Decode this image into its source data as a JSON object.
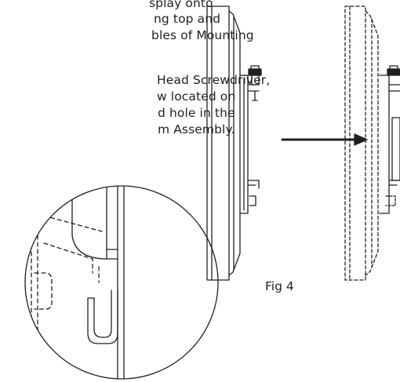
{
  "instructions": {
    "step_a_lines": [
      "splay onto",
      "ng top and",
      "bles of Mounting"
    ],
    "step_b_lines": [
      "Head Screwdriver,",
      "w located on",
      "d hole in the",
      "m Assembly."
    ]
  },
  "figure": {
    "caption": "Fig 4"
  }
}
